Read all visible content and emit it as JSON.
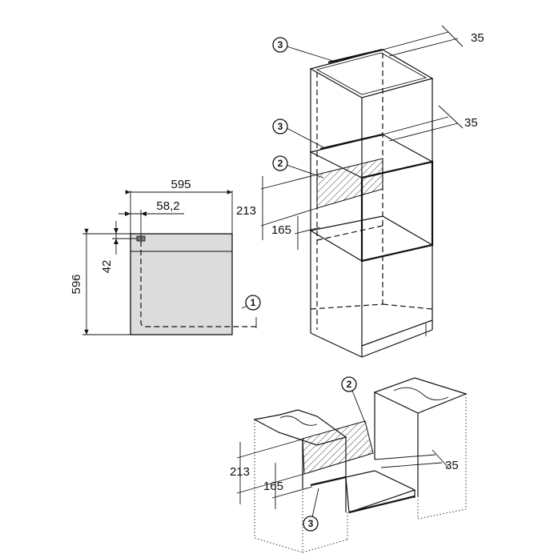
{
  "front_view": {
    "width": "595",
    "offset": "58,2",
    "height": "596",
    "inset": "42",
    "callout_cable": "1"
  },
  "tall_unit": {
    "top_gap": "35",
    "shelf_gap": "35",
    "opening_height": "213",
    "base_height": "165",
    "callout_vent_top": "3",
    "callout_vent_mid": "3",
    "callout_opening": "2"
  },
  "base_unit": {
    "opening_height": "213",
    "base_height": "165",
    "rear_gap": "35",
    "callout_opening": "2",
    "callout_vent": "3"
  }
}
